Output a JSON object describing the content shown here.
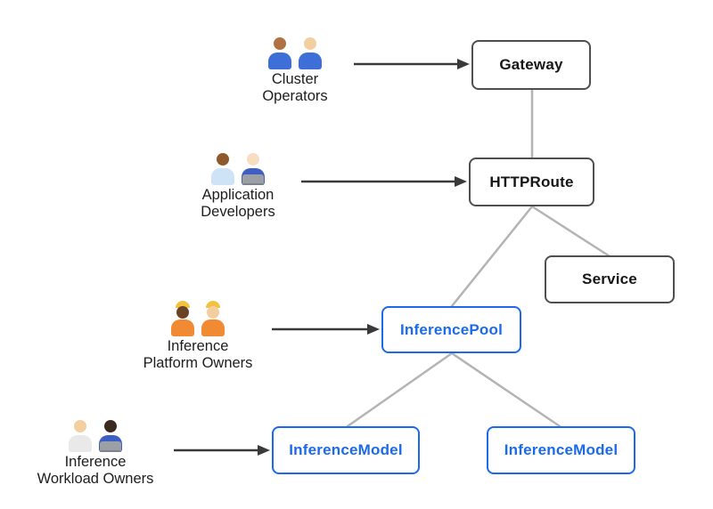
{
  "diagram": {
    "colors": {
      "background": "#ffffff",
      "node_border_dark": "#4f4f4f",
      "node_text_dark": "#161616",
      "node_blue": "#1b6ae9",
      "connector_gray": "#b4b4b4",
      "arrow_dark": "#3a3a3a",
      "actor_text": "#1d1d1f"
    },
    "actors": [
      {
        "name": "Cluster Operators",
        "emoji": "👨🏽‍🔧👩🏼‍🔧",
        "label_line1": "Cluster",
        "label_line2": "Operators",
        "points_to": "Gateway"
      },
      {
        "name": "Application Developers",
        "emoji": "👨🏾‍💼👩🏻‍💻",
        "label_line1": "Application",
        "label_line2": "Developers",
        "points_to": "HTTPRoute"
      },
      {
        "name": "Inference Platform Owners",
        "emoji": "👷🏿‍♀️👷🏻",
        "label_line1": "Inference",
        "label_line2": "Platform Owners",
        "points_to": "InferencePool"
      },
      {
        "name": "Inference Workload Owners",
        "emoji": "🧑🏼‍⚕️🧑🏿‍💻",
        "label_line1": "Inference",
        "label_line2": "Workload Owners",
        "points_to": "InferenceModel"
      }
    ],
    "nodes": [
      {
        "id": "gateway",
        "label": "Gateway",
        "style": "dark"
      },
      {
        "id": "httproute",
        "label": "HTTPRoute",
        "style": "dark"
      },
      {
        "id": "service",
        "label": "Service",
        "style": "dark"
      },
      {
        "id": "inference-pool",
        "label": "InferencePool",
        "style": "blue"
      },
      {
        "id": "inference-model-left",
        "label": "InferenceModel",
        "style": "blue"
      },
      {
        "id": "inference-model-right",
        "label": "InferenceModel",
        "style": "blue"
      }
    ],
    "edges": [
      {
        "from": "Gateway",
        "to": "HTTPRoute",
        "type": "connector"
      },
      {
        "from": "HTTPRoute",
        "to": "Service",
        "type": "connector"
      },
      {
        "from": "HTTPRoute",
        "to": "InferencePool",
        "type": "connector"
      },
      {
        "from": "InferencePool",
        "to": "InferenceModel (left)",
        "type": "connector"
      },
      {
        "from": "InferencePool",
        "to": "InferenceModel (right)",
        "type": "connector"
      },
      {
        "from": "Cluster Operators",
        "to": "Gateway",
        "type": "arrow"
      },
      {
        "from": "Application Developers",
        "to": "HTTPRoute",
        "type": "arrow"
      },
      {
        "from": "Inference Platform Owners",
        "to": "InferencePool",
        "type": "arrow"
      },
      {
        "from": "Inference Workload Owners",
        "to": "InferenceModel (left)",
        "type": "arrow"
      }
    ]
  }
}
